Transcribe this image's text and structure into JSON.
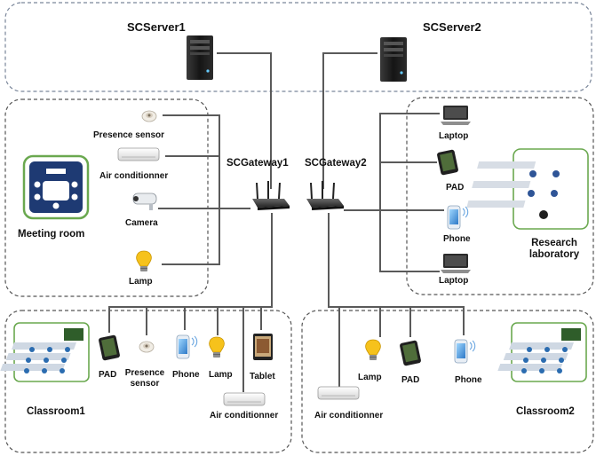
{
  "servers": {
    "server1": "SCServer1",
    "server2": "SCServer2"
  },
  "gateways": {
    "gateway1": "SCGateway1",
    "gateway2": "SCGateway2"
  },
  "meeting_room": {
    "title": "Meeting room",
    "presence_sensor": "Presence sensor",
    "air_conditioner": "Air  conditionner",
    "camera": "Camera",
    "lamp": "Lamp"
  },
  "research_lab": {
    "title_line1": "Research",
    "title_line2": "laboratory",
    "laptop_top": "Laptop",
    "pad": "PAD",
    "phone": "Phone",
    "laptop_bottom": "Laptop"
  },
  "classroom1": {
    "title": "Classroom1",
    "pad": "PAD",
    "presence_line1": "Presence",
    "presence_line2": "sensor",
    "phone": "Phone",
    "lamp": "Lamp",
    "tablet": "Tablet",
    "air_conditioner": "Air  conditionner"
  },
  "classroom2": {
    "title": "Classroom2",
    "air_conditioner": "Air  conditionner",
    "lamp": "Lamp",
    "pad": "PAD",
    "phone": "Phone"
  },
  "colors": {
    "region_border": "#7a869a",
    "link": "#555555",
    "room_frame": "#6aa84f",
    "lamp": "#f6c21c",
    "server": "#1f1f1f"
  }
}
